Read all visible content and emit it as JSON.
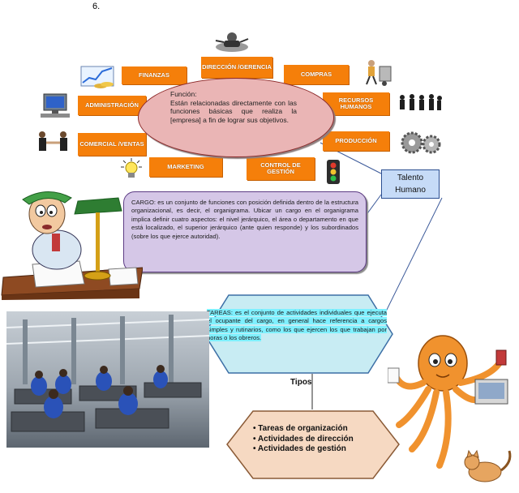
{
  "page_number": "6.",
  "departments": [
    {
      "key": "finanzas",
      "label": "FINANZAS"
    },
    {
      "key": "direccion",
      "label": "DIRECCIÓN /GERENCIA"
    },
    {
      "key": "compras",
      "label": "COMPRAS"
    },
    {
      "key": "administracion",
      "label": "ADMINISTRACIÓN"
    },
    {
      "key": "recursos",
      "label": "RECURSOS HUMANOS"
    },
    {
      "key": "comercial",
      "label": "COMERCIAL /VENTAS"
    },
    {
      "key": "produccion",
      "label": "PRODUCCIÓN"
    },
    {
      "key": "marketing",
      "label": "MARKETING"
    },
    {
      "key": "control",
      "label": "CONTROL DE GESTIÓN"
    }
  ],
  "funcion": {
    "title": "Función:",
    "body": "Están relacionadas directamente con las funciones básicas que realiza la [empresa] a fin de lograr sus objetivos."
  },
  "talento": "Talento Humano",
  "cargo": {
    "lead": "CARGO:",
    "body": " es un conjunto de funciones con posición definida dentro de la estructura organizacional, es decir, el organigrama. Ubicar un cargo en el organigrama implica definir cuatro aspectos: el nivel jerárquico, el área o departamento en que está localizado, el superior jerárquico (ante quien responde) y los subordinados (sobre los que ejerce autoridad)."
  },
  "tareas": {
    "lead": "TAREAS:",
    "body": " es el conjunto de actividades individuales que ejecuta el ocupante del cargo, en general hace referencia a cargos simples y rutinarios, como los que ejercen los que trabajan por horas o los obreros."
  },
  "tipos": {
    "title": "Tipos",
    "items": [
      "• Tareas de organización",
      "• Actividades de dirección",
      "• Actividades de gestión"
    ]
  },
  "colors": {
    "department_box": "#f57f0a",
    "ellipse": "#eab5b5",
    "cargo_box": "#d5c7e7",
    "tareas_hexagon": "#c8ecf3",
    "tipos_hexagon": "#f6d9c2",
    "talento_box": "#c6dbf7"
  }
}
